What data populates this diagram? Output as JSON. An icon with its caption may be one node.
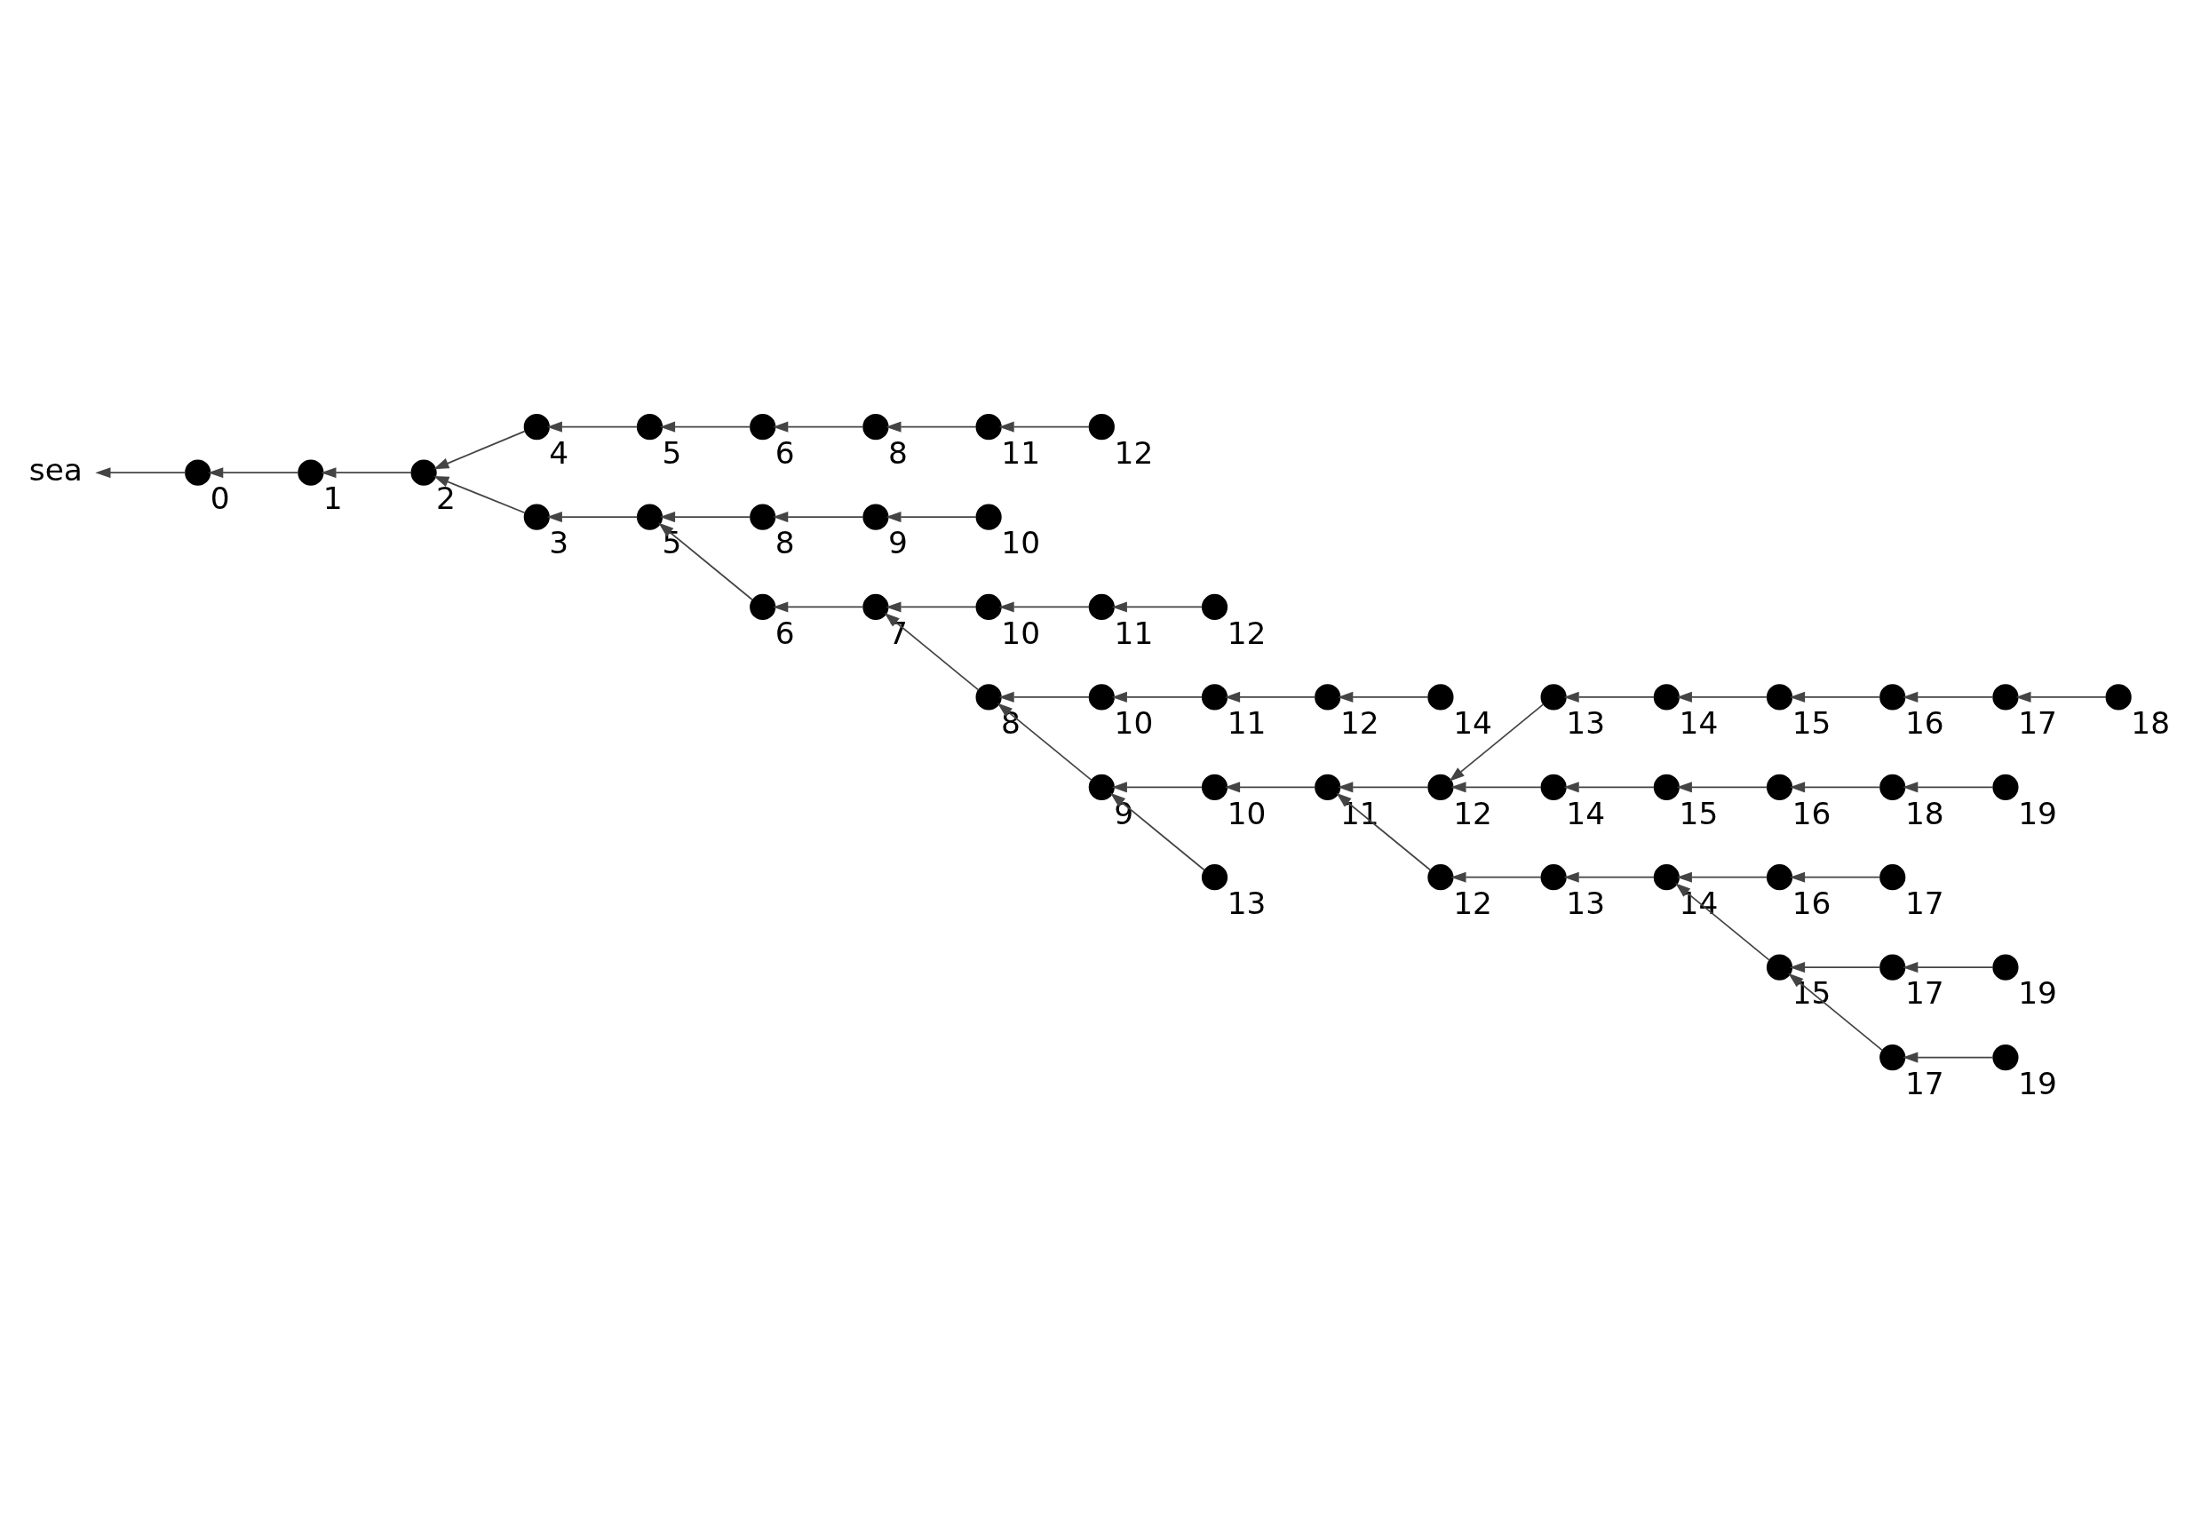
{
  "diagram": {
    "nodes": [
      {
        "text": [],
        "shape": "circle",
        "beside": [
          "17"
        ]
      },
      {
        "text": [],
        "shape": "circle",
        "beside": [
          "16"
        ]
      },
      {
        "text": [],
        "shape": "circle",
        "beside": [
          "14"
        ]
      },
      {
        "text": [],
        "shape": "circle",
        "beside": [
          "13"
        ]
      },
      {
        "text": [],
        "shape": "circle",
        "beside": [
          "12"
        ]
      },
      {
        "text": [],
        "shape": "circle",
        "beside": [
          "11"
        ]
      },
      {
        "text": [],
        "shape": "circle",
        "beside": [
          "10"
        ]
      },
      {
        "text": [],
        "shape": "circle",
        "beside": [
          "9"
        ]
      },
      {
        "text": [],
        "shape": "circle",
        "beside": [
          "13"
        ]
      },
      {
        "text": [],
        "shape": "circle",
        "beside": [
          "8"
        ]
      },
      {
        "text": [],
        "shape": "circle",
        "beside": [
          "7"
        ]
      },
      {
        "text": [],
        "shape": "circle",
        "beside": [
          "6"
        ]
      },
      {
        "text": [],
        "shape": "circle",
        "beside": [
          "5"
        ]
      },
      {
        "text": [],
        "shape": "circle",
        "beside": [
          "3"
        ]
      },
      {
        "text": [],
        "shape": "circle",
        "beside": [
          "2"
        ]
      },
      {
        "text": [],
        "shape": "circle",
        "beside": [
          "1"
        ]
      },
      {
        "text": [],
        "shape": "circle",
        "beside": [
          "0"
        ]
      },
      {
        "text": [
          "sea"
        ]
      },
      {
        "text": [],
        "shape": "circle",
        "beside": [
          "19"
        ]
      },
      {
        "text": [],
        "shape": "circle",
        "beside": [
          "18"
        ]
      },
      {
        "text": [],
        "shape": "circle",
        "beside": [
          "16"
        ]
      },
      {
        "text": [],
        "shape": "circle",
        "beside": [
          "15"
        ]
      },
      {
        "text": [],
        "shape": "circle",
        "beside": [
          "14"
        ]
      },
      {
        "text": [],
        "shape": "circle",
        "beside": [
          "12"
        ]
      },
      {
        "text": [],
        "shape": "circle",
        "beside": [
          "13"
        ]
      },
      {
        "text": [],
        "shape": "circle",
        "beside": [
          "14"
        ]
      },
      {
        "text": [],
        "shape": "circle",
        "beside": [
          "15"
        ]
      },
      {
        "text": [],
        "shape": "circle",
        "beside": [
          "16"
        ]
      },
      {
        "text": [],
        "shape": "circle",
        "beside": [
          "17"
        ]
      },
      {
        "text": [],
        "shape": "circle",
        "beside": [
          "18"
        ]
      },
      {
        "text": [],
        "shape": "circle",
        "beside": [
          "17"
        ]
      },
      {
        "text": [],
        "shape": "circle",
        "beside": [
          "19"
        ]
      },
      {
        "text": [],
        "shape": "circle",
        "beside": [
          "15"
        ]
      },
      {
        "text": [],
        "shape": "circle",
        "beside": [
          "17"
        ]
      },
      {
        "text": [],
        "shape": "circle",
        "beside": [
          "19"
        ]
      },
      {
        "text": [],
        "shape": "circle",
        "beside": [
          "14"
        ]
      },
      {
        "text": [],
        "shape": "circle",
        "beside": [
          "12"
        ]
      },
      {
        "text": [],
        "shape": "circle",
        "beside": [
          "11"
        ]
      },
      {
        "text": [],
        "shape": "circle",
        "beside": [
          "10"
        ]
      },
      {
        "text": [],
        "shape": "circle",
        "beside": [
          "11"
        ]
      },
      {
        "text": [],
        "shape": "circle",
        "beside": [
          "12"
        ]
      },
      {
        "text": [],
        "shape": "circle",
        "beside": [
          "10"
        ]
      },
      {
        "text": [],
        "shape": "circle",
        "beside": [
          "9"
        ]
      },
      {
        "text": [],
        "shape": "circle",
        "beside": [
          "10"
        ]
      },
      {
        "text": [],
        "shape": "circle",
        "beside": [
          "8"
        ]
      },
      {
        "text": [],
        "shape": "circle",
        "beside": [
          "8"
        ]
      },
      {
        "text": [],
        "shape": "circle",
        "beside": [
          "11"
        ]
      },
      {
        "text": [],
        "shape": "circle",
        "beside": [
          "12"
        ]
      },
      {
        "text": [],
        "shape": "circle",
        "beside": [
          "6"
        ]
      },
      {
        "text": [],
        "shape": "circle",
        "beside": [
          "5"
        ]
      },
      {
        "text": [],
        "shape": "circle",
        "beside": [
          "4"
        ]
      }
    ],
    "edges": [
      {
        "from": 0,
        "to": 1,
        "arrow": "to"
      },
      {
        "from": 1,
        "to": 2,
        "arrow": "to"
      },
      {
        "from": 32,
        "to": 2,
        "arrow": "to"
      },
      {
        "from": 2,
        "to": 3,
        "arrow": "to"
      },
      {
        "from": 3,
        "to": 4,
        "arrow": "to"
      },
      {
        "from": 4,
        "to": 5,
        "arrow": "to"
      },
      {
        "from": 23,
        "to": 5,
        "arrow": "to"
      },
      {
        "from": 5,
        "to": 6,
        "arrow": "to"
      },
      {
        "from": 6,
        "to": 7,
        "arrow": "to"
      },
      {
        "from": 8,
        "to": 7,
        "arrow": "to"
      },
      {
        "from": 7,
        "to": 9,
        "arrow": "to"
      },
      {
        "from": 38,
        "to": 9,
        "arrow": "to"
      },
      {
        "from": 9,
        "to": 10,
        "arrow": "to"
      },
      {
        "from": 41,
        "to": 10,
        "arrow": "to"
      },
      {
        "from": 39,
        "to": 41,
        "arrow": "to"
      },
      {
        "from": 40,
        "to": 39,
        "arrow": "to"
      },
      {
        "from": 10,
        "to": 11,
        "arrow": "to"
      },
      {
        "from": 11,
        "to": 12,
        "arrow": "to"
      },
      {
        "from": 44,
        "to": 12,
        "arrow": "to"
      },
      {
        "from": 42,
        "to": 44,
        "arrow": "to"
      },
      {
        "from": 43,
        "to": 42,
        "arrow": "to"
      },
      {
        "from": 12,
        "to": 13,
        "arrow": "to"
      },
      {
        "from": 13,
        "to": 14,
        "arrow": "to"
      },
      {
        "from": 50,
        "to": 14,
        "arrow": "to"
      },
      {
        "from": 49,
        "to": 50,
        "arrow": "to"
      },
      {
        "from": 48,
        "to": 49,
        "arrow": "to"
      },
      {
        "from": 45,
        "to": 48,
        "arrow": "to"
      },
      {
        "from": 46,
        "to": 45,
        "arrow": "to"
      },
      {
        "from": 47,
        "to": 46,
        "arrow": "to"
      },
      {
        "from": 14,
        "to": 15,
        "arrow": "to"
      },
      {
        "from": 15,
        "to": 16,
        "arrow": "to"
      },
      {
        "from": 16,
        "to": 17,
        "arrow": "to"
      },
      {
        "from": 18,
        "to": 19,
        "arrow": "to"
      },
      {
        "from": 19,
        "to": 20,
        "arrow": "to"
      },
      {
        "from": 20,
        "to": 21,
        "arrow": "to"
      },
      {
        "from": 21,
        "to": 22,
        "arrow": "to"
      },
      {
        "from": 22,
        "to": 23,
        "arrow": "to"
      },
      {
        "from": 24,
        "to": 23,
        "arrow": "to"
      },
      {
        "from": 25,
        "to": 24,
        "arrow": "to"
      },
      {
        "from": 26,
        "to": 25,
        "arrow": "to"
      },
      {
        "from": 27,
        "to": 26,
        "arrow": "to"
      },
      {
        "from": 28,
        "to": 27,
        "arrow": "to"
      },
      {
        "from": 29,
        "to": 28,
        "arrow": "to"
      },
      {
        "from": 31,
        "to": 30,
        "arrow": "to"
      },
      {
        "from": 30,
        "to": 32,
        "arrow": "to"
      },
      {
        "from": 33,
        "to": 32,
        "arrow": "to"
      },
      {
        "from": 34,
        "to": 33,
        "arrow": "to"
      },
      {
        "from": 35,
        "to": 36,
        "arrow": "to"
      },
      {
        "from": 36,
        "to": 37,
        "arrow": "to"
      },
      {
        "from": 37,
        "to": 38,
        "arrow": "to"
      }
    ]
  }
}
